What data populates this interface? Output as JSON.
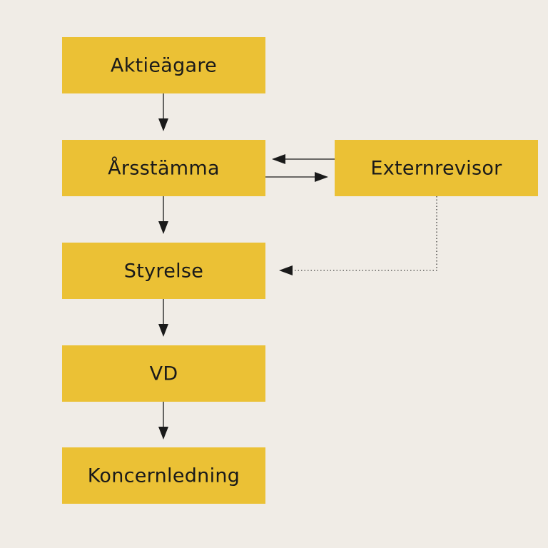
{
  "colors": {
    "background": "#F0ECE6",
    "node_fill": "#EBC135",
    "text": "#1A1A1A",
    "edge": "#1A1A1A"
  },
  "nodes": {
    "aktieagare": "Aktieägare",
    "arsstamma": "Årsstämma",
    "externrevisor": "Externrevisor",
    "styrelse": "Styrelse",
    "vd": "VD",
    "koncernledning": "Koncernledning"
  },
  "edges": [
    {
      "from": "aktieagare",
      "to": "arsstamma",
      "style": "solid"
    },
    {
      "from": "arsstamma",
      "to": "styrelse",
      "style": "solid"
    },
    {
      "from": "styrelse",
      "to": "vd",
      "style": "solid"
    },
    {
      "from": "vd",
      "to": "koncernledning",
      "style": "solid"
    },
    {
      "from": "externrevisor",
      "to": "arsstamma",
      "style": "solid"
    },
    {
      "from": "arsstamma",
      "to": "externrevisor",
      "style": "solid"
    },
    {
      "from": "externrevisor",
      "to": "styrelse",
      "style": "dotted"
    }
  ]
}
